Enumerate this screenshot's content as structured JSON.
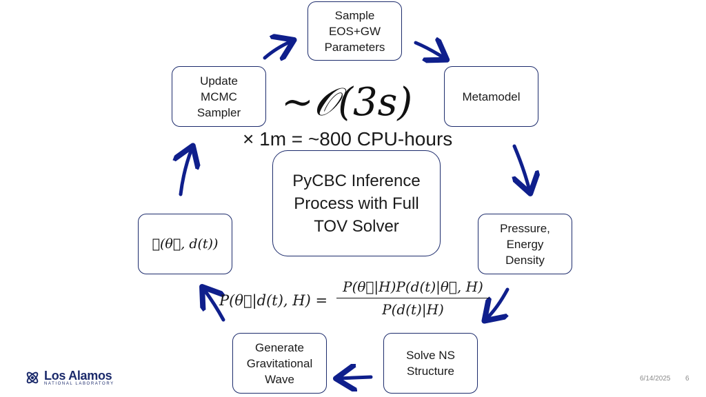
{
  "boxes": {
    "sample": "Sample\nEOS+GW\nParameters",
    "metamodel": "Metamodel",
    "pressure": "Pressure,\nEnergy\nDensity",
    "solve": "Solve NS\nStructure",
    "generate": "Generate\nGravitational\nWave",
    "likelihood": "ℒ(θ⃗, d(t))",
    "update": "Update\nMCMC\nSampler"
  },
  "center": {
    "title": "PyCBC Inference\nProcess with Full\nTOV Solver"
  },
  "cost": {
    "order": "~𝒪(3s)",
    "multiplier": "× 1m = ~800 CPU-hours"
  },
  "bayes": {
    "lhs": "P(θ⃗|d(t), H) =",
    "numerator": "P(θ⃗|H)P(d(t)|θ⃗, H)",
    "denominator": "P(d(t)|H)"
  },
  "footer": {
    "logo_name": "Los Alamos",
    "logo_sub": "NATIONAL LABORATORY",
    "date": "6/14/2025",
    "page": "6"
  },
  "colors": {
    "arrow": "#0f1f8c",
    "box_border": "#1b2a6b"
  },
  "icons": {
    "logo": "atom-icon"
  }
}
